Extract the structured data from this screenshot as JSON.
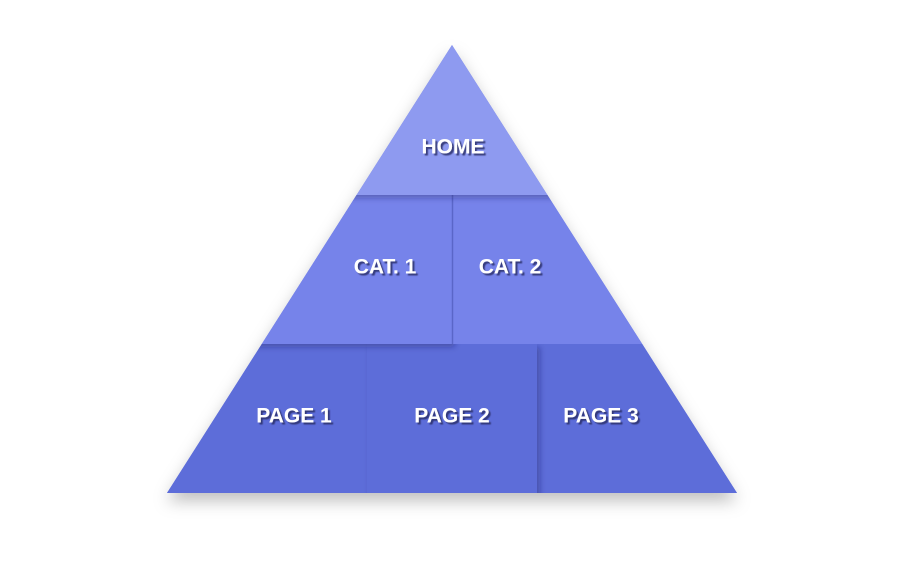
{
  "diagram": {
    "type": "pyramid-hierarchy",
    "tiers": [
      {
        "level": "top",
        "color": "#8e9af0",
        "items": [
          "HOME"
        ]
      },
      {
        "level": "middle",
        "color": "#7683ea",
        "items": [
          "CAT. 1",
          "CAT. 2"
        ]
      },
      {
        "level": "bottom",
        "color": "#5d6dd9",
        "items": [
          "PAGE 1",
          "PAGE 2",
          "PAGE 3"
        ]
      }
    ],
    "text_color": "#ffffff"
  }
}
